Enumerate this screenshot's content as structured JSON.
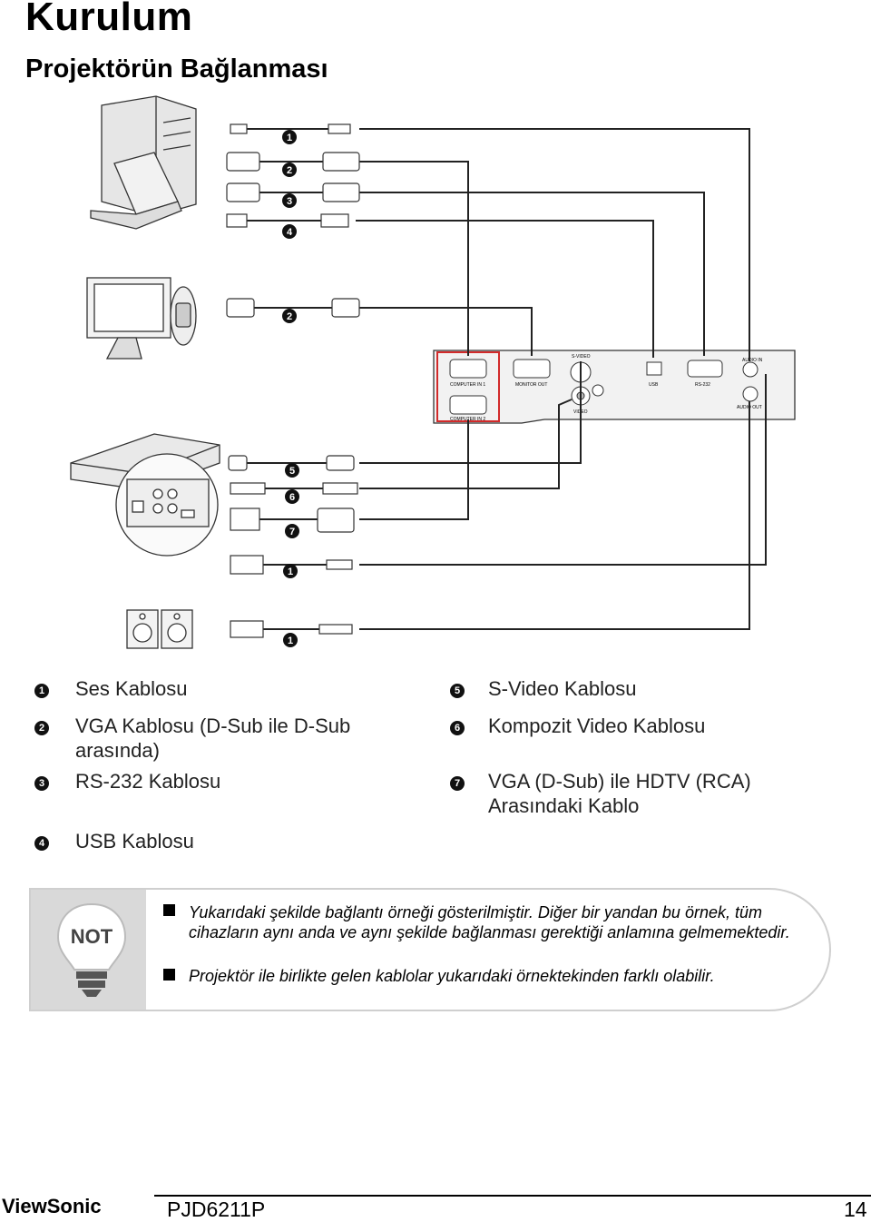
{
  "title": "Kurulum",
  "subtitle": "Projektörün Bağlanması",
  "diagram": {
    "callouts": [
      "1",
      "2",
      "3",
      "4",
      "2",
      "5",
      "6",
      "7",
      "1",
      "1"
    ],
    "ports": {
      "computer_in_1": "COMPUTER IN 1",
      "computer_in_2": "COMPUTER IN 2",
      "monitor_out": "MONITOR OUT",
      "s_video": "S-VIDEO",
      "video": "VIDEO",
      "usb": "USB",
      "rs232": "RS-232",
      "audio_in": "AUDIO IN",
      "audio_out": "AUDIO OUT"
    }
  },
  "legend": [
    {
      "num": "1",
      "label": "Ses Kablosu"
    },
    {
      "num": "2",
      "label": "VGA Kablosu (D-Sub ile D-Sub arasında)"
    },
    {
      "num": "3",
      "label": "RS-232 Kablosu"
    },
    {
      "num": "4",
      "label": "USB Kablosu"
    },
    {
      "num": "5",
      "label": "S-Video Kablosu"
    },
    {
      "num": "6",
      "label": "Kompozit Video Kablosu"
    },
    {
      "num": "7",
      "label": "VGA (D-Sub) ile HDTV (RCA) Arasındaki Kablo"
    }
  ],
  "note": {
    "icon_label": "NOT",
    "items": [
      "Yukarıdaki şekilde bağlantı örneği gösterilmiştir. Diğer bir yandan bu örnek, tüm cihazların aynı anda ve aynı şekilde bağlanması gerektiği anlamına gelmemektedir.",
      "Projektör ile birlikte gelen kablolar yukarıdaki örnektekinden farklı olabilir."
    ]
  },
  "footer": {
    "brand": "ViewSonic",
    "model": "PJD6211P",
    "page": "14"
  },
  "colors": {
    "highlight": "#d22a2a",
    "note_bg": "#d9d9d9"
  }
}
